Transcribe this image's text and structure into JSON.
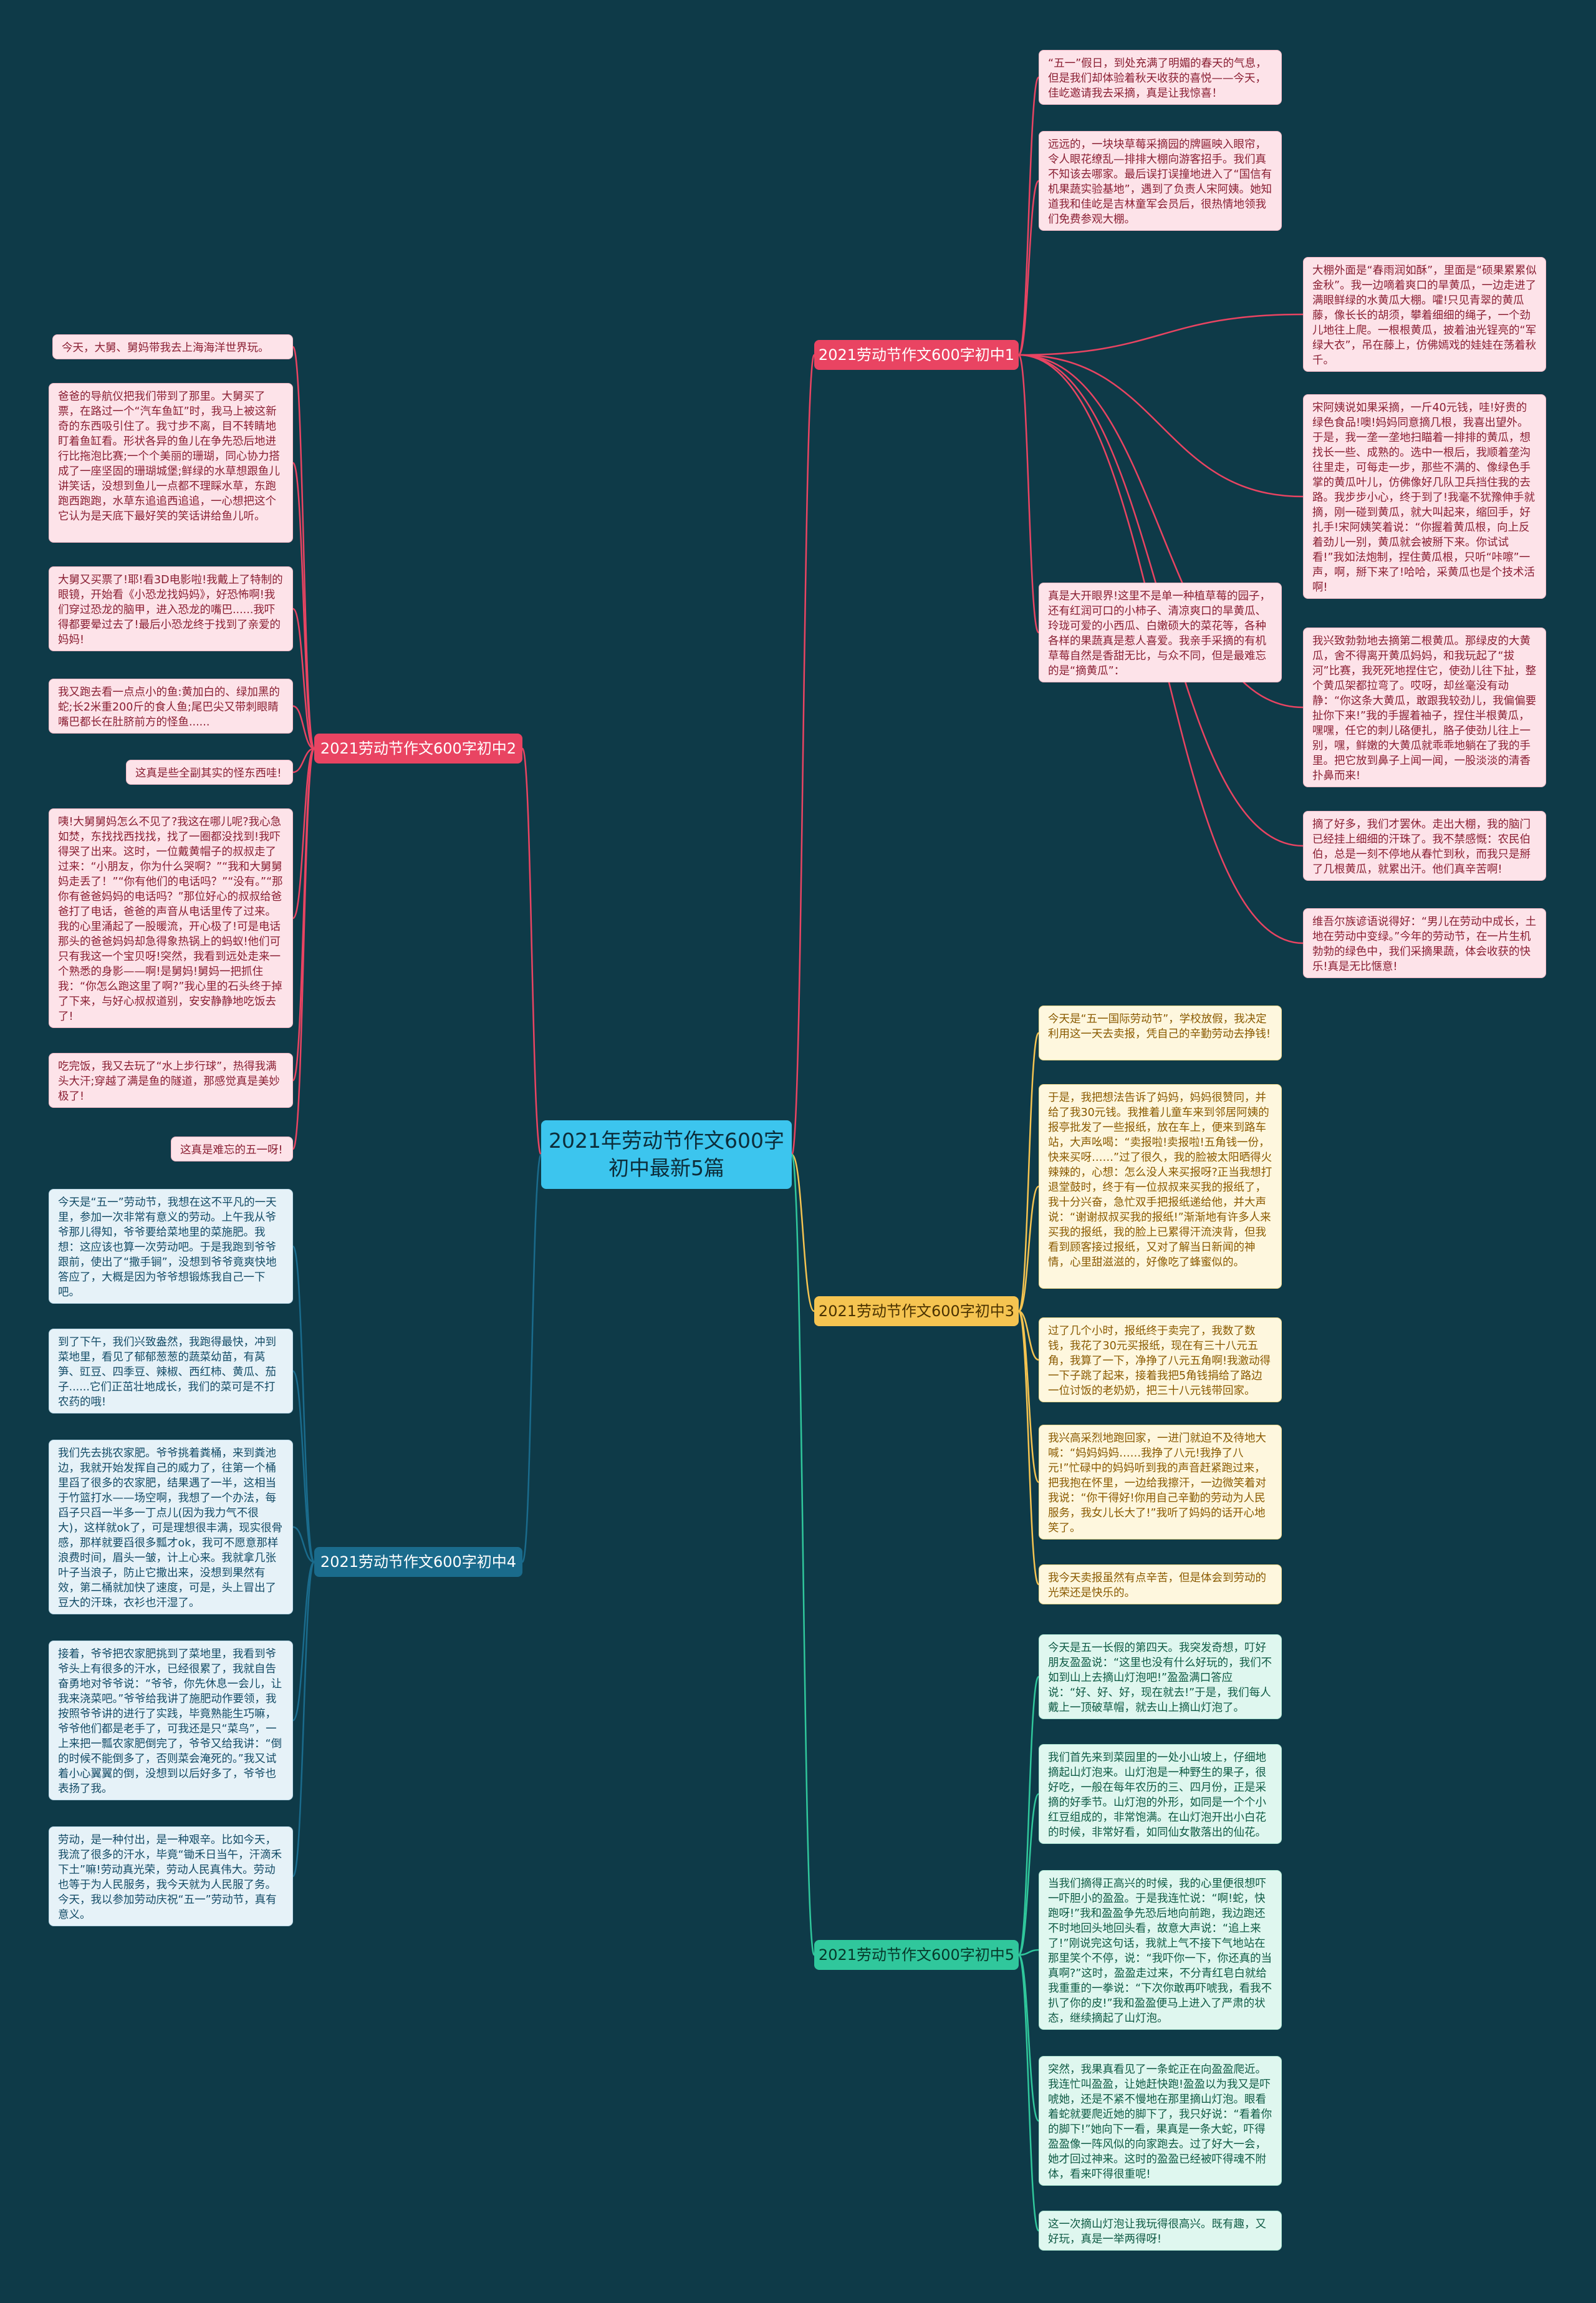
{
  "center": "2021年劳动节作文600字初中最新5篇",
  "branches": [
    {
      "title": "2021劳动节作文600字初中1",
      "color": "#e94462",
      "leaves": [
        "“五一”假日，到处充满了明媚的春天的气息，但是我们却体验着秋天收获的喜悦——今天，佳屹邀请我去采摘，真是让我惊喜！",
        "远远的，一块块草莓采摘园的牌匾映入眼帘，令人眼花缭乱—排排大棚向游客招手。我们真不知该去哪家。最后误打误撞地进入了“国信有机果蔬实验基地”，遇到了负责人宋阿姨。她知道我和佳屹是吉林童军会员后，很热情地领我们免费参观大棚。",
        "大棚外面是“春雨润如酥”，里面是“硕果累累似金秋”。我一边嘀着爽口的旱黄瓜，一边走进了满眼鲜绿的水黄瓜大棚。嚯!只见青翠的黄瓜藤，像长长的胡须，攀着细细的绳子，一个劲儿地往上爬。一根根黄瓜，披着油光锃亮的“军绿大衣”，吊在藤上，仿佛嫣戏的娃娃在荡着秋千。",
        "宋阿姨说如果采摘，一斤40元钱，哇!好贵的绿色食品!噢!妈妈同意摘几根，我喜出望外。于是，我一垄一垄地扫瞄着一排排的黄瓜，想找长一些、成熟的。选中一根后，我顺着垄沟往里走，可每走一步，那些不满的、像绿色手掌的黄瓜叶儿，仿佛像好几队卫兵挡住我的去路。我步步小心，终于到了!我毫不犹豫伸手就摘，刚一碰到黄瓜，就大叫起来，缩回手，好扎手!宋阿姨笑着说：“你握着黄瓜根，向上反着劲儿一别，黄瓜就会被掰下来。你试试看!”我如法炮制，捏住黄瓜根，只听“咔嚓”一声，啊，掰下来了!哈哈，采黄瓜也是个技术活啊!",
        "我兴致勃勃地去摘第二根黄瓜。那绿皮的大黄瓜，舍不得离开黄瓜妈妈，和我玩起了“拔河”比赛，我死死地捏住它，使劲儿往下扯，整个黄瓜架都拉弯了。哎呀，却丝毫没有动静：“你这条大黄瓜，敢跟我较劲儿，我偏偏要扯你下来!”我的手握着袖子，捏住半根黄瓜，嘿嘿，任它的刺儿硌便扎，胳子使劲儿往上一别，嘿，鲜嫩的大黄瓜就乖乖地躺在了我的手里。把它放到鼻子上闻一闻，一股淡淡的清香扑鼻而来!",
        "摘了好多，我们才罢休。走出大棚，我的脑门已经挂上细细的汗珠了。我不禁感慨：农民伯伯，总是一刻不停地从春忙到秋，而我只是掰了几根黄瓜，就累出汗。他们真辛苦啊!",
        "真是大开眼界!这里不是单一种植草莓的园子，还有红润可口的小柿子、清凉爽口的旱黄瓜、玲珑可爱的小西瓜、白嫩硕大的菜花等，各种各样的果蔬真是惹人喜爱。我亲手采摘的有机草莓自然是香甜无比，与众不同，但是最难忘的是“摘黄瓜”：",
        "维吾尔族谚语说得好：“男儿在劳动中成长，土地在劳动中变绿。”今年的劳动节，在一片生机勃勃的绿色中，我们采摘果蔬，体会收获的快乐!真是无比惬意!"
      ]
    },
    {
      "title": "2021劳动节作文600字初中2",
      "color": "#e94462",
      "leaves": [
        "今天，大舅、舅妈带我去上海海洋世界玩。",
        "爸爸的导航仪把我们带到了那里。大舅买了票，在路过一个“汽车鱼缸”时，我马上被这新奇的东西吸引住了。我寸步不离，目不转睛地盯着鱼缸看。形状各异的鱼儿在争先恐后地进行比拖泡比赛;一个个美丽的珊瑚，同心协力搭成了一座坚固的珊瑚城堡;鲜绿的水草想跟鱼儿讲笑话，没想到鱼儿一点都不理睬水草，东跑跑西跑跑，水草东追追西追追，一心想把这个它认为是天底下最好笑的笑话讲给鱼儿听。",
        "大舅又买票了!耶!看3D电影啦!我戴上了特制的眼镜，开始看《小恐龙找妈妈》，好恐怖啊!我们穿过恐龙的脑甲，进入恐龙的嘴巴......我吓得都要晕过去了!最后小恐龙终于找到了亲爱的妈妈!",
        "我又跑去看一点点小的鱼:黄加白的、绿加黑的蛇;长2米重200斤的食人鱼;尾巴尖又带刺眼睛嘴巴都长在肚脐前方的怪鱼......",
        "这真是些全副其实的怪东西哇!",
        "咦!大舅舅妈怎么不见了?我这在哪儿呢?我心急如焚，东找找西找找，找了一圈都没找到!我吓得哭了出来。这时，一位戴黄帽子的叔叔走了过来：“小朋友，你为什么哭啊？”“我和大舅舅妈走丢了！”“你有他们的电话吗？”“没有。”“那你有爸爸妈妈的电话吗？”那位好心的叔叔给爸爸打了电话，爸爸的声音从电话里传了过来。我的心里涌起了一股暖流，开心极了!可是电话那头的爸爸妈妈却急得象热锅上的蚂蚁!他们可只有我这一个宝贝呀!突然，我看到远处走来一个熟悉的身影——啊!是舅妈!舅妈一把抓住我：“你怎么跑这里了啊?”我心里的石头终于掉了下来，与好心叔叔道别，安安静静地吃饭去了!",
        "吃完饭，我又去玩了“水上步行球”，热得我满头大汗;穿越了满是鱼的隧道，那感觉真是美妙极了!",
        "这真是难忘的五一呀!"
      ]
    },
    {
      "title": "2021劳动节作文600字初中3",
      "color": "#f5c451",
      "leaves": [
        "今天是“五一国际劳动节”，学校放假，我决定利用这一天去卖报，凭自己的辛勤劳动去挣钱!",
        "于是，我把想法告诉了妈妈，妈妈很赞同，并给了我30元钱。我推着儿童车来到邻居阿姨的报亭批发了一些报纸，放在车上，便来到路车站，大声吆喝：“卖报啦!卖报啦!五角钱一份，快来买呀……”过了很久，我的脸被太阳晒得火辣辣的，心想：怎么没人来买报呀?正当我想打退堂鼓时，终于有一位叔叔来买我的报纸了，我十分兴奋，急忙双手把报纸递给他，并大声说：“谢谢叔叔买我的报纸!”渐渐地有许多人来买我的报纸，我的脸上已累得汗流浃背，但我看到顾客接过报纸，又对了解当日新闻的神情，心里甜滋滋的，好像吃了蜂蜜似的。",
        "过了几个小时，报纸终于卖完了，我数了数钱，我花了30元买报纸，现在有三十八元五角，我算了一下，净挣了八元五角啊!我激动得一下子跳了起来，接着我把5角钱捐给了路边一位讨饭的老奶奶，把三十八元钱带回家。",
        "我兴高采烈地跑回家，一进门就迫不及待地大喊：“妈妈妈妈……我挣了八元!我挣了八元!”忙碌中的妈妈听到我的声音赶紧跑过来，把我抱在怀里，一边给我擦汗，一边微笑着对我说：“你干得好!你用自己辛勤的劳动为人民服务，我女儿长大了!”我听了妈妈的话开心地笑了。",
        "我今天卖报虽然有点辛苦，但是体会到劳动的光荣还是快乐的。"
      ]
    },
    {
      "title": "2021劳动节作文600字初中4",
      "color": "#1a6b8c",
      "leaves": [
        "今天是“五一”劳动节，我想在这不平凡的一天里，参加一次非常有意义的劳动。上午我从爷爷那儿得知，爷爷要给菜地里的菜施肥。我想：这应该也算一次劳动吧。于是我跑到爷爷跟前，使出了“撒手锏”，没想到爷爷竟爽快地答应了，大概是因为爷爷想锻炼我自己一下吧。",
        "到了下午，我们兴致盎然，我跑得最快，冲到菜地里，看见了郁郁葱葱的蔬菜幼苗，有莴笋、豇豆、四季豆、辣椒、西红柿、黄瓜、茄子......它们正茁壮地成长，我们的菜可是不打农药的哦!",
        "我们先去挑农家肥。爷爷挑着粪桶，来到粪池边，我就开始发挥自己的威力了，往第一个桶里舀了很多的农家肥，结果遇了一半，这相当于竹篮打水——场空啊，我想了一个办法，每舀子只舀一半多一丁点儿(因为我力气不很大)，这样就ok了，可是理想很丰满，现实很骨感，那样就要舀很多瓢才ok，我可不愿意那样浪费时间，眉头一皱，计上心来。我就拿几张叶子当浪子，防止它撒出来，没想到果然有效，第二桶就加快了速度，可是，头上冒出了豆大的汗珠，衣衫也汗湿了。",
        "接着，爷爷把农家肥挑到了菜地里，我看到爷爷头上有很多的汗水，已经很累了，我就自告奋勇地对爷爷说：“爷爷，你先休息一会儿，让我来浇菜吧。”爷爷给我讲了施肥动作要领，我按照爷爷讲的进行了实践，毕竟熟能生巧嘛，爷爷他们都是老手了，可我还是只“菜鸟”，一上来把一瓢农家肥倒完了，爷爷又给我讲：“倒的时候不能倒多了，否则菜会淹死的。”我又试着小心翼翼的倒，没想到以后好多了，爷爷也表扬了我。",
        "劳动，是一种付出，是一种艰辛。比如今天，我流了很多的汗水，毕竟“锄禾日当午，汗滴禾下土”嘛!劳动真光荣，劳动人民真伟大。劳动也等于为人民服务，我今天就为人民服了务。今天，我以参加劳动庆祝“五一”劳动节，真有意义。"
      ]
    },
    {
      "title": "2021劳动节作文600字初中5",
      "color": "#30c79c",
      "leaves": [
        "今天是五一长假的第四天。我突发奇想，叮好朋友盈盈说：“这里也没有什么好玩的，我们不如到山上去摘山灯泡吧!”盈盈满口答应说：“好、好、好，现在就去!”于是，我们每人戴上一顶破草帽，就去山上摘山灯泡了。",
        "我们首先来到菜园里的一处小山坡上，仔细地摘起山灯泡来。山灯泡是一种野生的果子，很好吃，一般在每年农历的三、四月份，正是采摘的好季节。山灯泡的外形，如同是一个个小红豆组成的，非常饱满。在山灯泡开出小白花的时候，非常好看，如同仙女散落出的仙花。",
        "当我们摘得正高兴的时候，我的心里便很想吓一吓胆小的盈盈。于是我连忙说：“啊!蛇，快跑呀!”我和盈盈争先恐后地向前跑，我边跑还不时地回头地回头看，故意大声说：“追上来了!”刚说完这句话，我就上气不接下气地站在那里笑个不停，说：“我吓你一下，你还真的当真啊?”这时，盈盈走过来，不分青红皂白就给我重重的一拳说：“下次你敢再吓唬我，看我不扒了你的皮!”我和盈盈便马上进入了严肃的状态，继续摘起了山灯泡。",
        "突然，我果真看见了一条蛇正在向盈盈爬近。我连忙叫盈盈，让她赶快跑!盈盈以为我又是吓唬她，还是不紧不慢地在那里摘山灯泡。眼看着蛇就要爬近她的脚下了，我只好说：“看着你的脚下!”她向下一看，果真是一条大蛇，吓得盈盈像一阵风似的向家跑去。过了好大一会，她才回过神来。这时的盈盈已经被吓得魂不附体，看来吓得很重呢!",
        "这一次摘山灯泡让我玩得很高兴。既有趣，又好玩，真是一举两得呀!"
      ]
    }
  ]
}
